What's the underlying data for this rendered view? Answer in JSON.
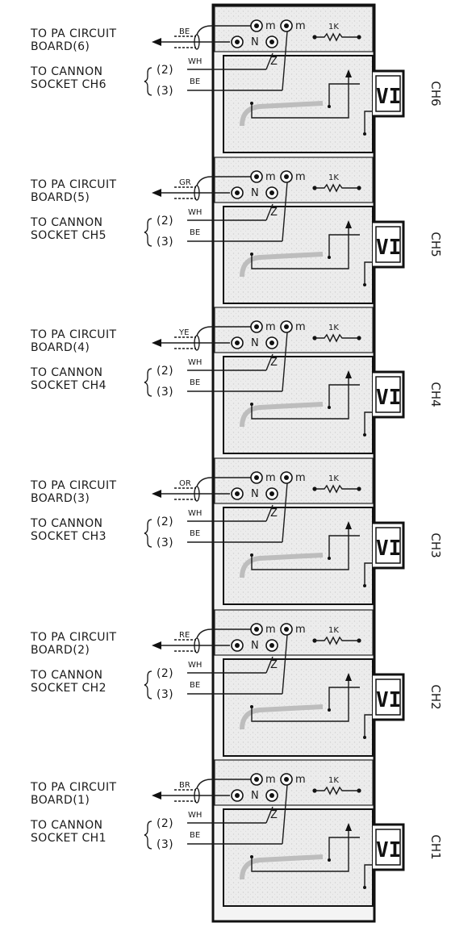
{
  "channels": [
    {
      "board_label": "TO PA CIRCUIT",
      "board_number": "BOARD(6)",
      "socket_label": "TO CANNON",
      "socket_name": "SOCKET CH6",
      "wire_color": "BE",
      "pin2": "(2)",
      "pin3": "(3)",
      "pin2_wire": "WH",
      "pin3_wire": "BE",
      "resistor": "1K",
      "channel": "CH6",
      "pot": "VI"
    },
    {
      "board_label": "TO PA CIRCUIT",
      "board_number": "BOARD(5)",
      "socket_label": "TO CANNON",
      "socket_name": "SOCKET CH5",
      "wire_color": "GR",
      "pin2": "(2)",
      "pin3": "(3)",
      "pin2_wire": "WH",
      "pin3_wire": "BE",
      "resistor": "1K",
      "channel": "CH5",
      "pot": "VI"
    },
    {
      "board_label": "TO PA CIRCUIT",
      "board_number": "BOARD(4)",
      "socket_label": "TO CANNON",
      "socket_name": "SOCKET CH4",
      "wire_color": "YE",
      "pin2": "(2)",
      "pin3": "(3)",
      "pin2_wire": "WH",
      "pin3_wire": "BE",
      "resistor": "1K",
      "channel": "CH4",
      "pot": "VI"
    },
    {
      "board_label": "TO PA CIRCUIT",
      "board_number": "BOARD(3)",
      "socket_label": "TO CANNON",
      "socket_name": "SOCKET CH3",
      "wire_color": "OR",
      "pin2": "(2)",
      "pin3": "(3)",
      "pin2_wire": "WH",
      "pin3_wire": "BE",
      "resistor": "1K",
      "channel": "CH3",
      "pot": "VI"
    },
    {
      "board_label": "TO PA CIRCUIT",
      "board_number": "BOARD(2)",
      "socket_label": "TO CANNON",
      "socket_name": "SOCKET CH2",
      "wire_color": "RE",
      "pin2": "(2)",
      "pin3": "(3)",
      "pin2_wire": "WH",
      "pin3_wire": "BE",
      "resistor": "1K",
      "channel": "CH2",
      "pot": "VI"
    },
    {
      "board_label": "TO PA CIRCUIT",
      "board_number": "BOARD(1)",
      "socket_label": "TO CANNON",
      "socket_name": "SOCKET CH1",
      "wire_color": "BR",
      "pin2": "(2)",
      "pin3": "(3)",
      "pin2_wire": "WH",
      "pin3_wire": "BE",
      "resistor": "1K",
      "channel": "CH1",
      "pot": "VI"
    }
  ],
  "connector_pins": {
    "m": "m",
    "z": "Z",
    "n": "N"
  }
}
